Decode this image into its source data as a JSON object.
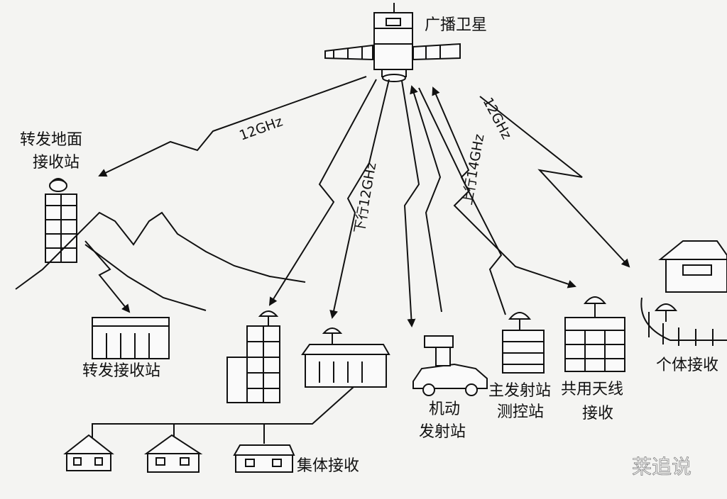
{
  "labels": {
    "satellite": "广播卫星",
    "relay_ground_station": [
      "转发地面",
      "接收站"
    ],
    "relay_receive_station": "转发接收站",
    "mobile_station": [
      "机动",
      "发射站"
    ],
    "main_station": [
      "主发射站",
      "测控站"
    ],
    "shared_antenna": [
      "共用天线",
      "接收"
    ],
    "individual": "个体接收",
    "collective": "集体接收"
  },
  "frequencies": {
    "relay_link": "12GHz",
    "downlink": "下行12GHz",
    "uplink": "上行14GHz",
    "individual_link": "12GHz"
  },
  "watermark": "莱追说"
}
